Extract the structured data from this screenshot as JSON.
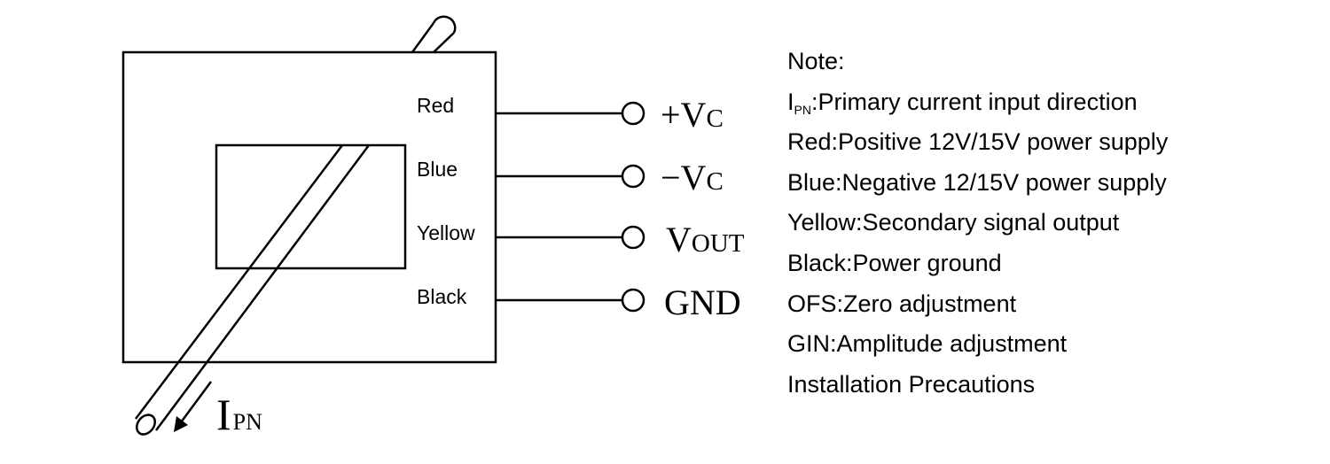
{
  "wires": [
    {
      "color_label": "Red",
      "terminal": "+V",
      "terminal_sub": "C"
    },
    {
      "color_label": "Blue",
      "terminal": "−V",
      "terminal_sub": "C"
    },
    {
      "color_label": "Yellow",
      "terminal": "V",
      "terminal_sub": "OUT"
    },
    {
      "color_label": "Black",
      "terminal": "GND",
      "terminal_sub": ""
    }
  ],
  "current_label": {
    "main": "I",
    "sub": "PN"
  },
  "notes": {
    "title": "Note:",
    "ipn_prefix": "I",
    "ipn_sub": "PN",
    "ipn_text": ":Primary current input direction",
    "items": [
      "Red:Positive 12V/15V power supply",
      "Blue:Negative 12/15V power supply",
      "Yellow:Secondary signal output",
      "Black:Power ground",
      "OFS:Zero adjustment",
      "GIN:Amplitude adjustment",
      "Installation Precautions"
    ]
  }
}
